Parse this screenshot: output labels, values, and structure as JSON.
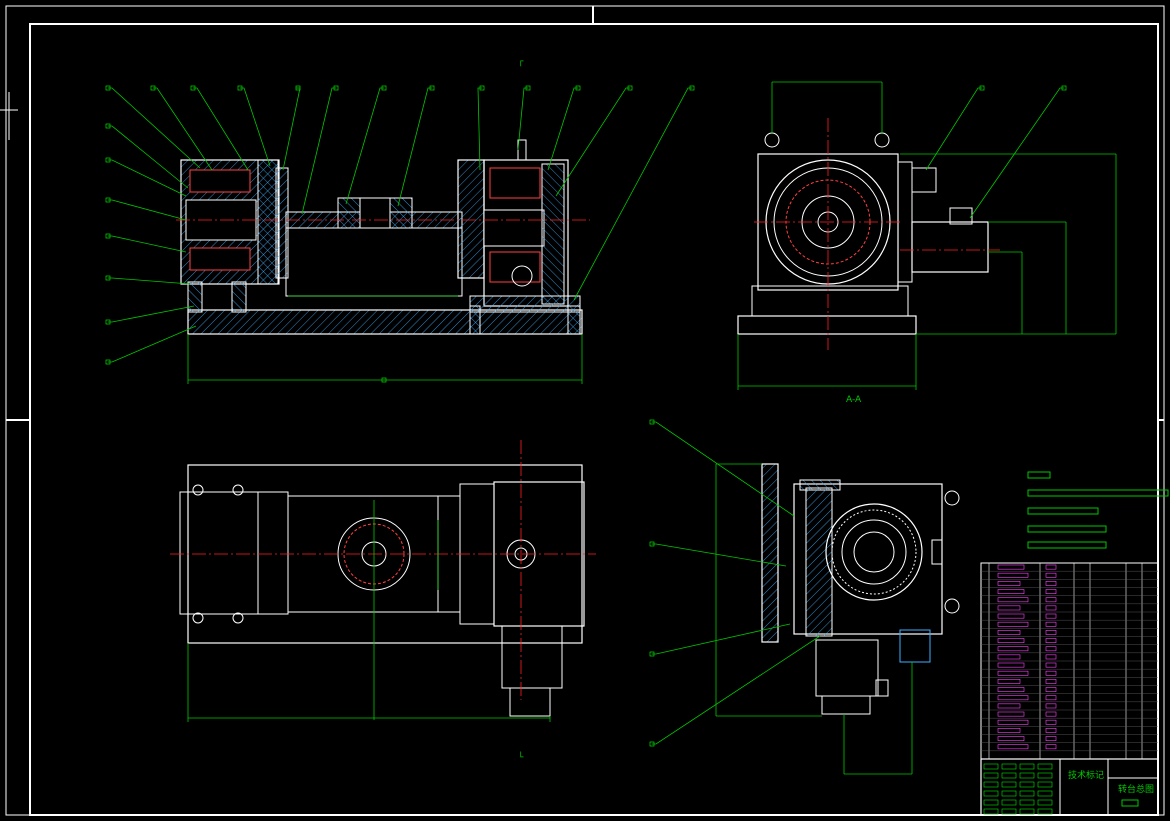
{
  "drawing": {
    "section_mark_top": "┌",
    "section_mark_bottom": "└",
    "view_label_aa": "A-A",
    "title_block": {
      "drawing_name": "转台总图",
      "marks_label": "技术标记"
    }
  },
  "colors": {
    "background": "#000000",
    "outline": "#ffffff",
    "leader": "#00c800",
    "centerline": "#ff2020",
    "hatch": "#3cb0ff",
    "table_text": "#ff40ff",
    "note_box": "#00c800"
  }
}
